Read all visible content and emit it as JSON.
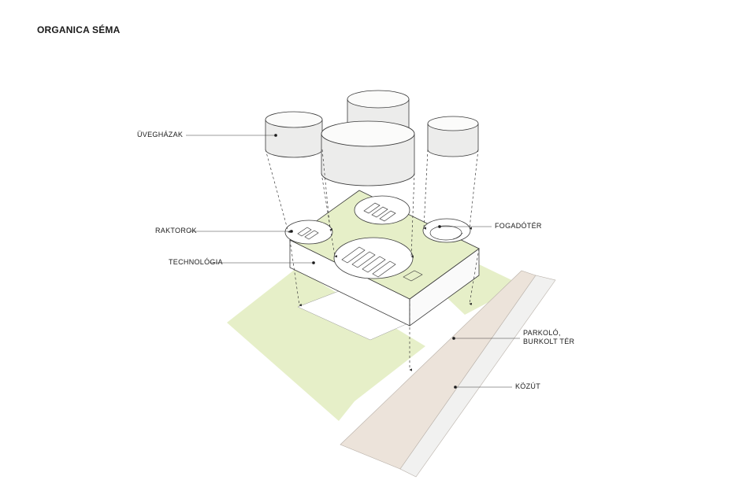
{
  "title": "ORGANICA SÉMA",
  "labels": {
    "uveghazak": "ÜVEGHÁZAK",
    "raktorok": "RAKTOROK",
    "technologia": "TECHNOLÓGIA",
    "fogadoter": "FOGADÓTÉR",
    "parkolo_line1": "PARKOLÓ,",
    "parkolo_line2": "BURKOLT TÉR",
    "kozut": "KÖZÚT"
  },
  "colors": {
    "green": "#e6efc8",
    "road": "#ece3da",
    "sidewalk": "#f1f1f0",
    "line": "#3a3a3a",
    "glass_top": "#fbfbfa",
    "glass_side": "#ececeb"
  }
}
